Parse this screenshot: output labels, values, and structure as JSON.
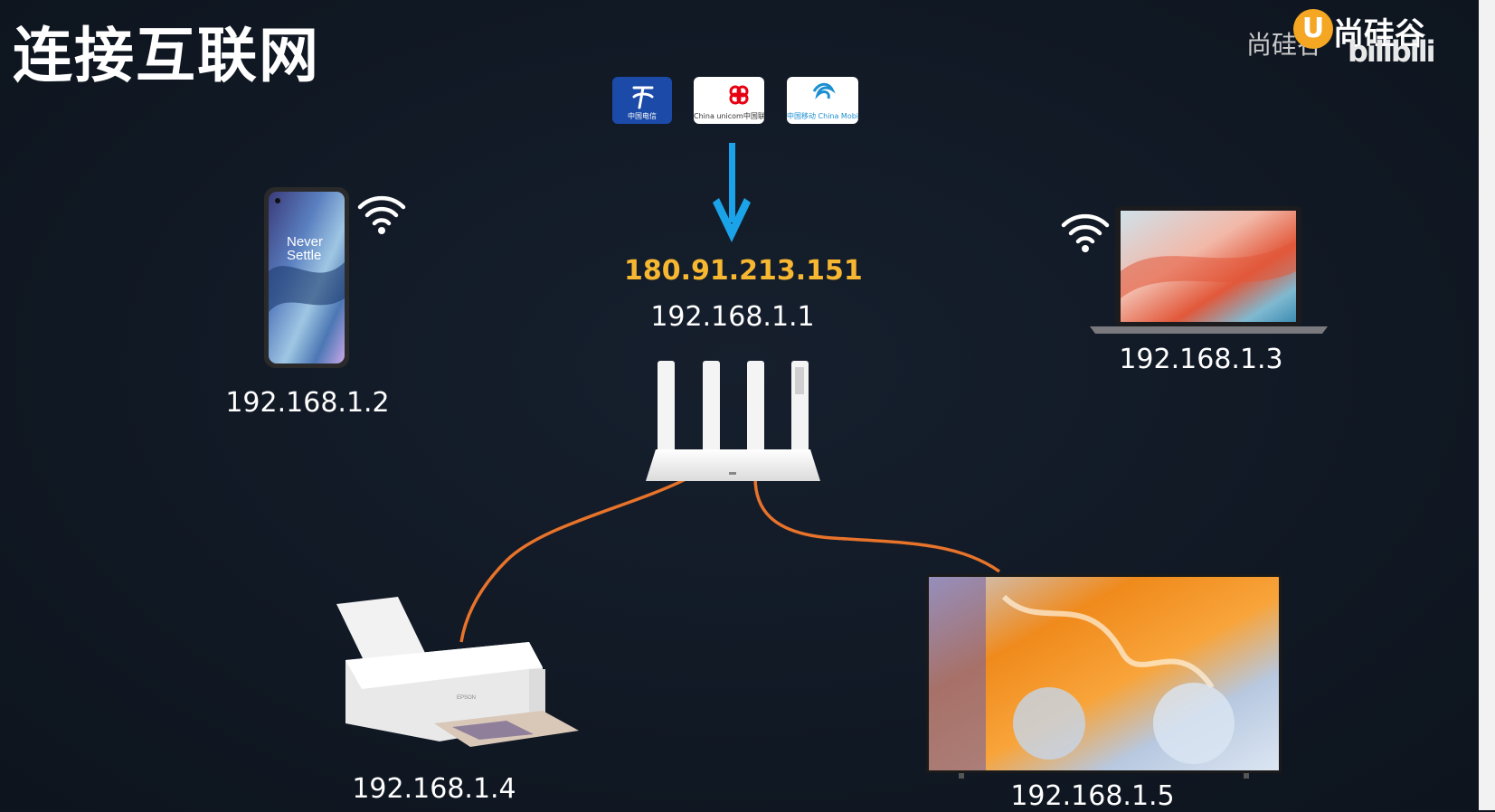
{
  "title": "连接互联网",
  "watermark": {
    "text_left": "尚硅谷",
    "logo_letter": "U",
    "text_right": "尚硅谷",
    "platform": "bilibili"
  },
  "isps": [
    {
      "name": "中国电信",
      "label": "中国电信",
      "color": "#1b4aa8"
    },
    {
      "name": "China unicom 中国联通",
      "label": "China unicom中国联通",
      "color": "#e60012"
    },
    {
      "name": "中国移动 China Mobile",
      "label": "中国移动 China Mobile",
      "color": "#1c8fd0"
    }
  ],
  "public_ip": "180.91.213.151",
  "router_ip": "192.168.1.1",
  "devices": {
    "phone": {
      "ip": "192.168.1.2",
      "screen_text_1": "Never",
      "screen_text_2": "Settle"
    },
    "laptop": {
      "ip": "192.168.1.3"
    },
    "printer": {
      "ip": "192.168.1.4",
      "brand": "EPSON"
    },
    "tv": {
      "ip": "192.168.1.5"
    }
  },
  "colors": {
    "background": "#111925",
    "arrow": "#1aa3e8",
    "cable": "#e8732a",
    "public_ip": "#f7b731"
  }
}
